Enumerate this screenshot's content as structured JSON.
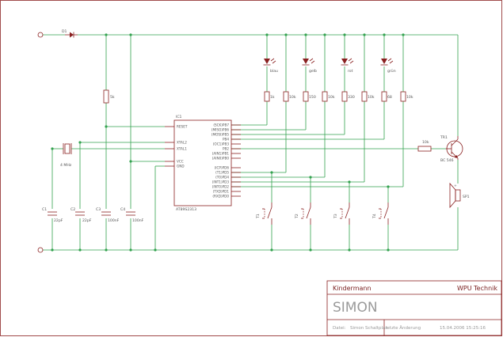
{
  "components": {
    "d1": "D1",
    "led_labels": [
      "blau",
      "gelb",
      "rot",
      "grün"
    ],
    "r_top": "5k",
    "resistor_values": [
      "1k",
      "10k",
      "150",
      "10k",
      "330",
      "10k",
      "68",
      "10k"
    ],
    "r_base": "10k",
    "transistor": {
      "name": "TR1",
      "part": "BC 546"
    },
    "speaker": "SP1",
    "crystal": "4 MHz",
    "capacitors": [
      {
        "name": "C1",
        "value": "22pF"
      },
      {
        "name": "C2",
        "value": "22pF"
      },
      {
        "name": "C3",
        "value": "100nF"
      },
      {
        "name": "C4",
        "value": "100nF"
      }
    ],
    "switches": [
      "T1",
      "T2",
      "T3",
      "T4"
    ]
  },
  "ic": {
    "name": "IC1",
    "part": "AT89S2313",
    "left_pins": [
      "RESET",
      "XTAL2",
      "XTAL1",
      "VCC",
      "GND"
    ],
    "right_pins": [
      "(SCK)PB7",
      "(MISO)PB6",
      "(MOSI)PB5",
      "PB4",
      "(OC1)PB3",
      "PB2",
      "(AIN1)PB1",
      "(AIN0)PB0",
      "(ICP)PD6",
      "(T1)PD5",
      "(T0)PD4",
      "(INT1)PD3",
      "(INT0)PD2",
      "(TXD)PD1",
      "(RXD)PD0"
    ]
  },
  "title_block": {
    "author": "Kindermann",
    "org": "WPU Technik",
    "title": "SIMON",
    "datei_label": "Datei:",
    "datei_value": "Simon Schaltplan",
    "change_label": "letzte Änderung",
    "change_value": "15.04.2006 15:25:16"
  }
}
